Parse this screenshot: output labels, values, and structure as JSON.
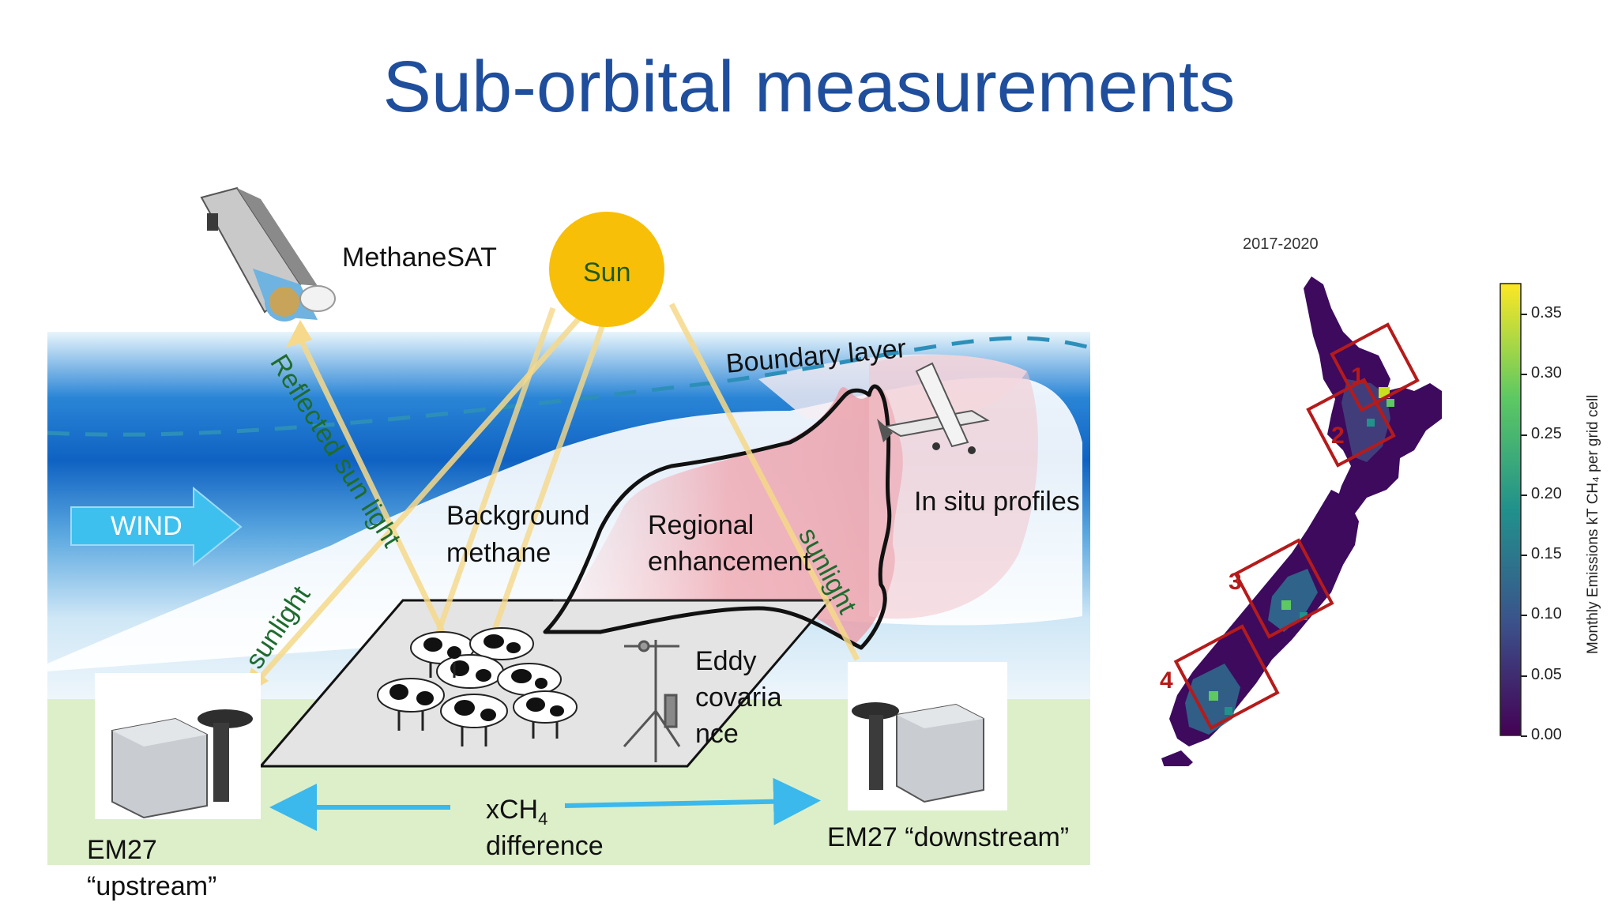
{
  "slide": {
    "title": "Sub-orbital measurements"
  },
  "diagram": {
    "sun_label": "Sun",
    "satellite_label": "MethaneSAT",
    "wind_label": "WIND",
    "boundary_layer_label": "Boundary layer",
    "reflected_label": "Reflected sun light",
    "sunlight_left_label": "sunlight",
    "sunlight_right_label": "sunlight",
    "background_label_1": "Background",
    "background_label_2": "methane",
    "regional_label_1": "Regional",
    "regional_label_2": "enhancement",
    "insitu_label": "In situ profiles",
    "eddy_label_1": "Eddy",
    "eddy_label_2": "covaria",
    "eddy_label_3": "nce",
    "em27_up_label_1": "EM27",
    "em27_up_label_2": "“upstream”",
    "em27_down_label": "EM27 “downstream”",
    "xch4_main": "xCH",
    "xch4_sub": "4",
    "difference_label": "difference",
    "colors": {
      "sky_blue": "#1a7bd0",
      "ground_green": "#dcefc9",
      "sun": "#f7bf07",
      "enhancement_pink": "#f1a4ae",
      "arrow_cyan": "#3bb8ec"
    }
  },
  "map": {
    "period_label": "2017-2020",
    "box_labels": [
      "1",
      "2",
      "3",
      "4"
    ],
    "colorbar_label": "Monthly Emissions kT CH₄ per grid cell",
    "colorbar_ticks": [
      "0.35",
      "0.30",
      "0.25",
      "0.20",
      "0.15",
      "0.10",
      "0.05",
      "0.00"
    ],
    "colormap": [
      "#440154",
      "#3b528b",
      "#21918c",
      "#5ec962",
      "#fde725"
    ],
    "colorbar_range": [
      0.0,
      0.375
    ]
  }
}
